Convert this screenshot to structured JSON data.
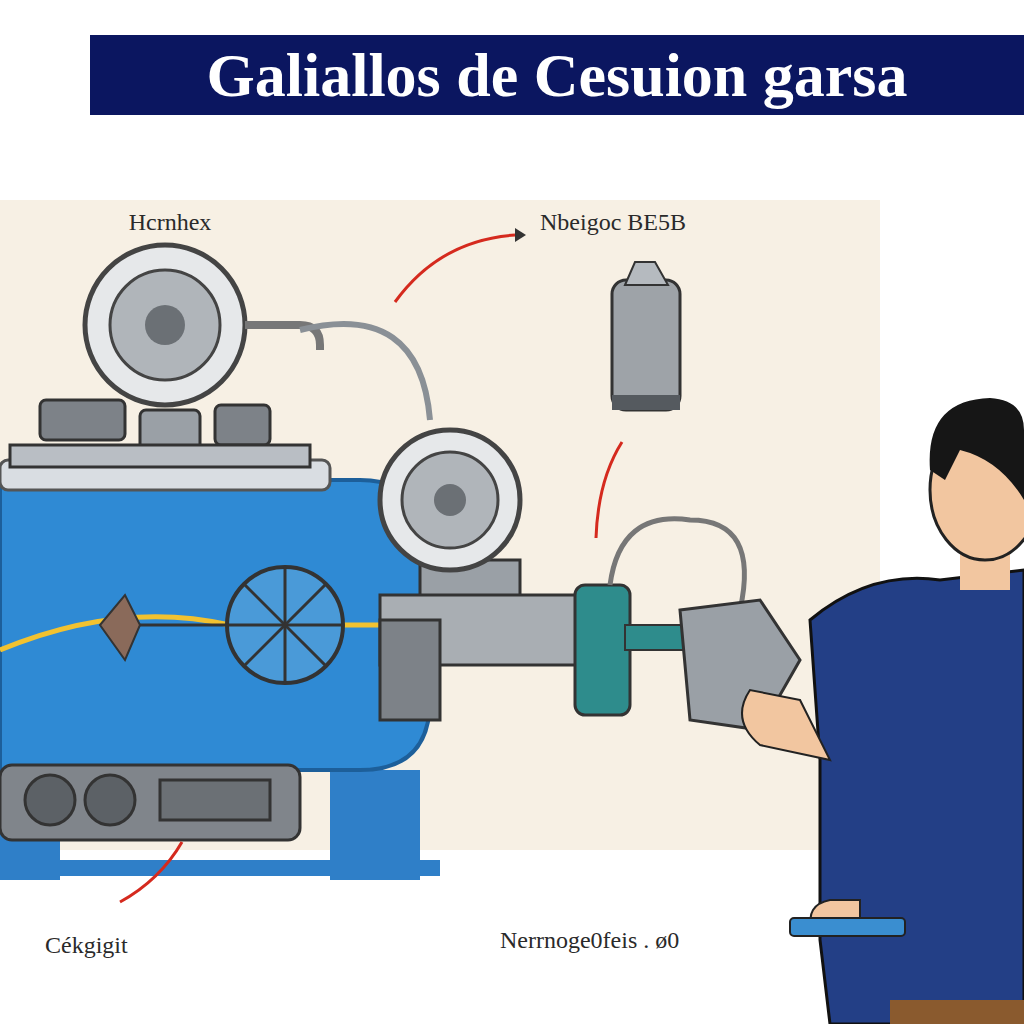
{
  "diagram": {
    "title": "Galiallos de Cesuion garsa",
    "labels": [
      "Hcrnhex",
      "Nbeigoc BE5B",
      "Cékgigit",
      "Nerrnoge0feis . ø0"
    ]
  }
}
